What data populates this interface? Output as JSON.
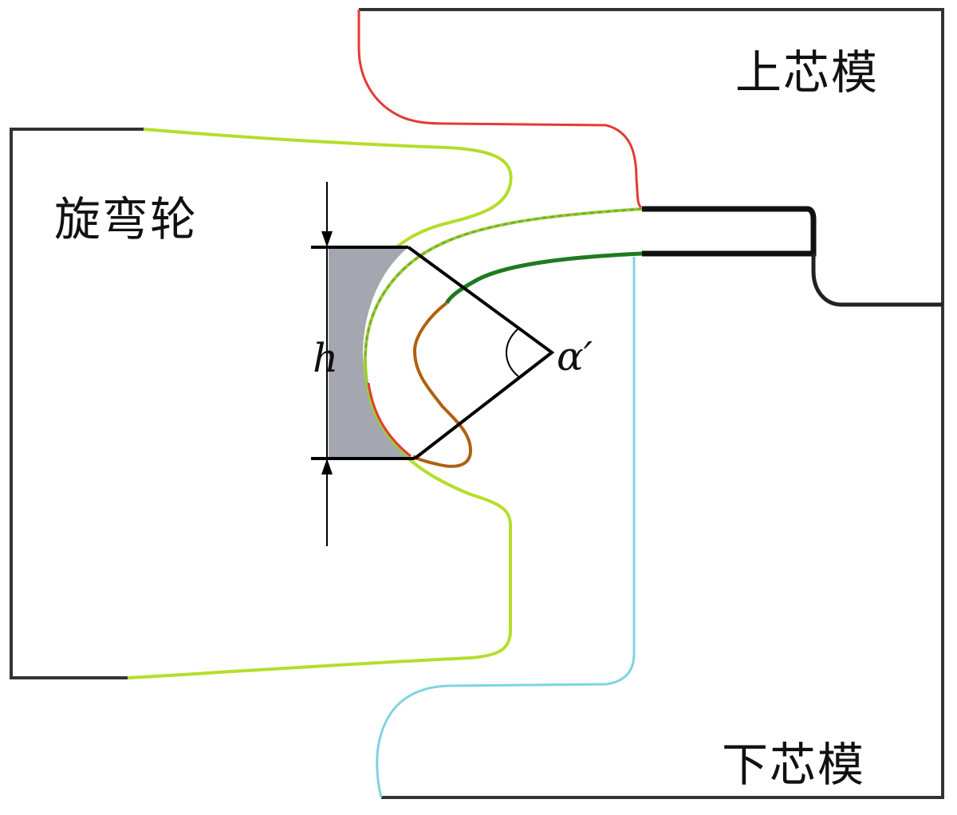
{
  "labels": {
    "upper_core_die": "上芯模",
    "lower_core_die": "下芯模",
    "rotary_bending_wheel": "旋弯轮",
    "height_symbol": "h",
    "angle_symbol": "α′"
  },
  "colors": {
    "outline": "#333333",
    "upper_die_profile": "#e53935",
    "lower_die_profile": "#7fd3e0",
    "wheel_profile": "#b5dd2a",
    "tube_profile": "#2a8a2a",
    "inner_profile": "#b06010",
    "shaded_region": "#a4a6b0",
    "construction_lines": "#000000"
  }
}
